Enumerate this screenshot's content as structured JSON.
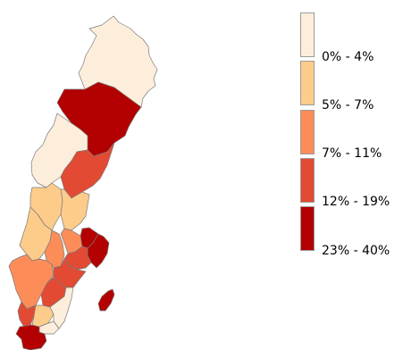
{
  "legend": {
    "classes": [
      {
        "label": "0% - 4%",
        "color": "#fdeedc"
      },
      {
        "label": "5% - 7%",
        "color": "#fdcc8a"
      },
      {
        "label": "7% - 11%",
        "color": "#fc8d59"
      },
      {
        "label": "12% - 19%",
        "color": "#e34a33"
      },
      {
        "label": "23% - 40%",
        "color": "#b30000"
      }
    ]
  },
  "map": {
    "country": "Sweden",
    "regions": [
      {
        "name": "Norrbotten",
        "class": 0
      },
      {
        "name": "Västerbotten",
        "class": 4
      },
      {
        "name": "Jämtland",
        "class": 0
      },
      {
        "name": "Västernorrland",
        "class": 3
      },
      {
        "name": "Dalarna",
        "class": 1
      },
      {
        "name": "Gävleborg",
        "class": 1
      },
      {
        "name": "Värmland",
        "class": 1
      },
      {
        "name": "Uppsala",
        "class": 4
      },
      {
        "name": "Stockholm",
        "class": 4
      },
      {
        "name": "Västmanland",
        "class": 2
      },
      {
        "name": "Örebro",
        "class": 2
      },
      {
        "name": "Södermanland",
        "class": 3
      },
      {
        "name": "Västra Götaland",
        "class": 2
      },
      {
        "name": "Östergötland",
        "class": 3
      },
      {
        "name": "Jönköping",
        "class": 3
      },
      {
        "name": "Halland",
        "class": 3
      },
      {
        "name": "Kronoberg",
        "class": 1
      },
      {
        "name": "Kalmar",
        "class": 0
      },
      {
        "name": "Gotland",
        "class": 4
      },
      {
        "name": "Blekinge",
        "class": 0
      },
      {
        "name": "Skåne",
        "class": 4
      }
    ]
  }
}
